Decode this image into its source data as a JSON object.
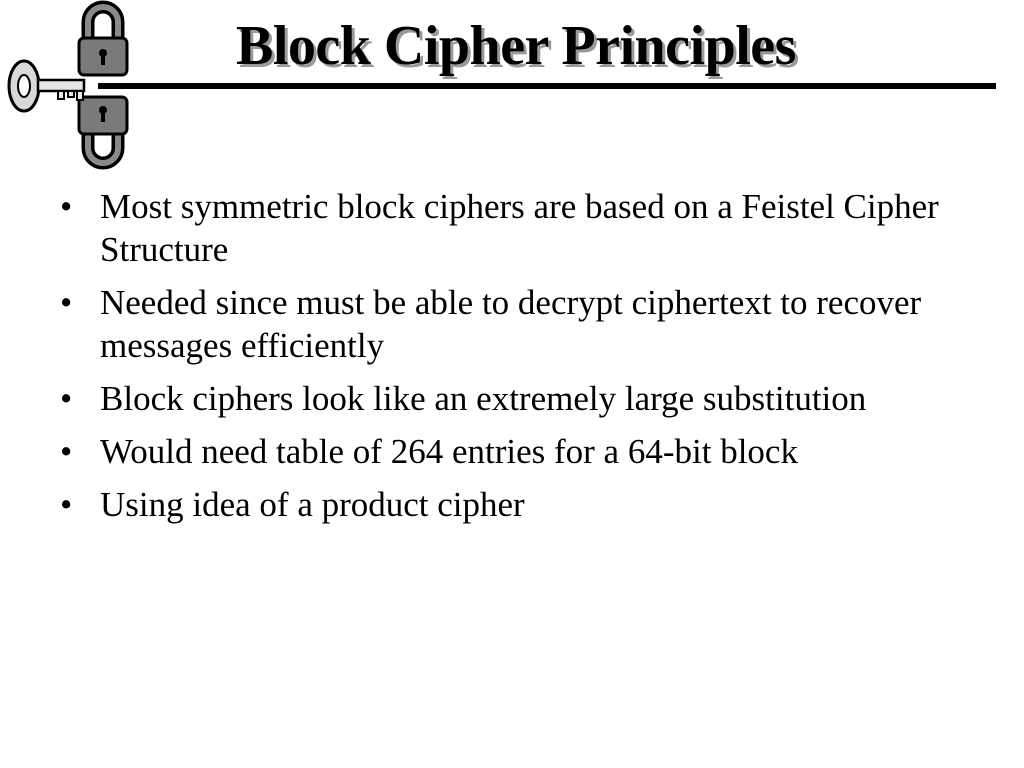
{
  "slide": {
    "title": "Block Cipher Principles"
  },
  "logo": {
    "icon": "padlocks-and-key-icon"
  },
  "bullets": [
    "Most symmetric block ciphers are based on a Feistel Cipher Structure",
    "Needed since must be able to decrypt ciphertext to recover messages efficiently",
    "Block ciphers look like an extremely large substitution",
    "Would need table of 264 entries for a 64-bit block",
    "Using idea of a product cipher"
  ],
  "bullet_glyph": "•"
}
